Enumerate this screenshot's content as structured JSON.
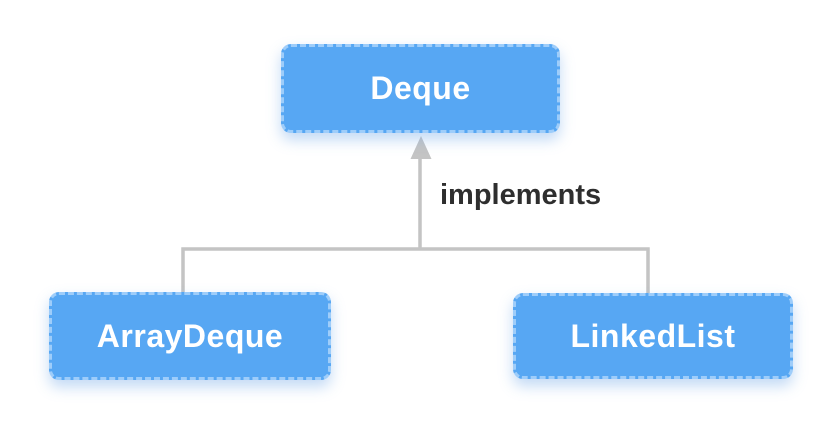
{
  "diagram": {
    "type": "class-hierarchy",
    "nodes": {
      "parent": {
        "label": "Deque"
      },
      "children": [
        {
          "label": "ArrayDeque"
        },
        {
          "label": "LinkedList"
        }
      ]
    },
    "edge": {
      "label": "implements"
    },
    "colors": {
      "node_fill": "#57a7f3",
      "node_border_dashed": "#9ecdfa",
      "node_text": "#ffffff",
      "node_shadow": "rgba(123,173,232,0.45)",
      "connector_line": "#c4c4c4",
      "edge_label_text": "#2e2e2e",
      "background": "#ffffff"
    }
  }
}
